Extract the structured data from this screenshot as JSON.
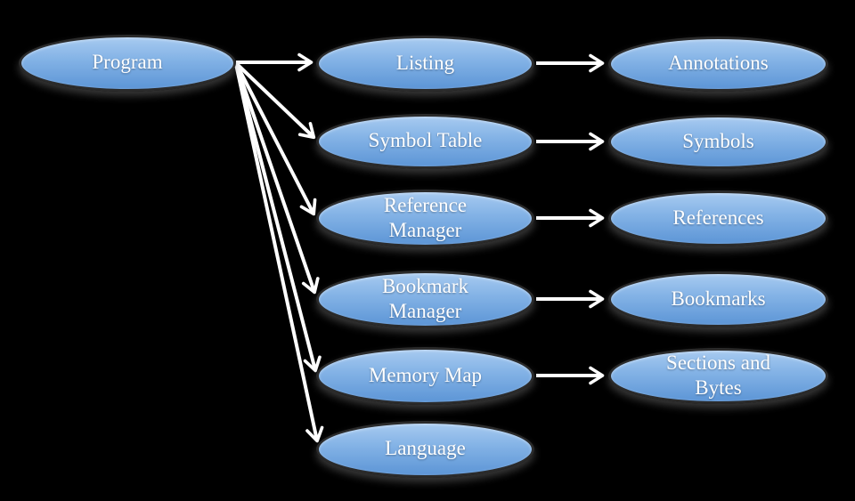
{
  "diagram": {
    "background_color": "#000000",
    "node_fill_top": "#a7caf0",
    "node_fill_bottom": "#5c95d6",
    "node_border_color": "#2b2b2b",
    "arrow_color": "#ffffff",
    "text_color": "#ffffff"
  },
  "nodes": {
    "program": {
      "label": "Program"
    },
    "listing": {
      "label": "Listing"
    },
    "symbol_table": {
      "label": "Symbol Table"
    },
    "reference_manager": {
      "label": "Reference\nManager"
    },
    "bookmark_manager": {
      "label": "Bookmark\nManager"
    },
    "memory_map": {
      "label": "Memory Map"
    },
    "language": {
      "label": "Language"
    },
    "annotations": {
      "label": "Annotations"
    },
    "symbols": {
      "label": "Symbols"
    },
    "references": {
      "label": "References"
    },
    "bookmarks": {
      "label": "Bookmarks"
    },
    "sections_and_bytes": {
      "label": "Sections and\nBytes"
    }
  },
  "edges": [
    {
      "from": "program",
      "to": "listing"
    },
    {
      "from": "program",
      "to": "symbol_table"
    },
    {
      "from": "program",
      "to": "reference_manager"
    },
    {
      "from": "program",
      "to": "bookmark_manager"
    },
    {
      "from": "program",
      "to": "memory_map"
    },
    {
      "from": "program",
      "to": "language"
    },
    {
      "from": "listing",
      "to": "annotations"
    },
    {
      "from": "symbol_table",
      "to": "symbols"
    },
    {
      "from": "reference_manager",
      "to": "references"
    },
    {
      "from": "bookmark_manager",
      "to": "bookmarks"
    },
    {
      "from": "memory_map",
      "to": "sections_and_bytes"
    }
  ]
}
